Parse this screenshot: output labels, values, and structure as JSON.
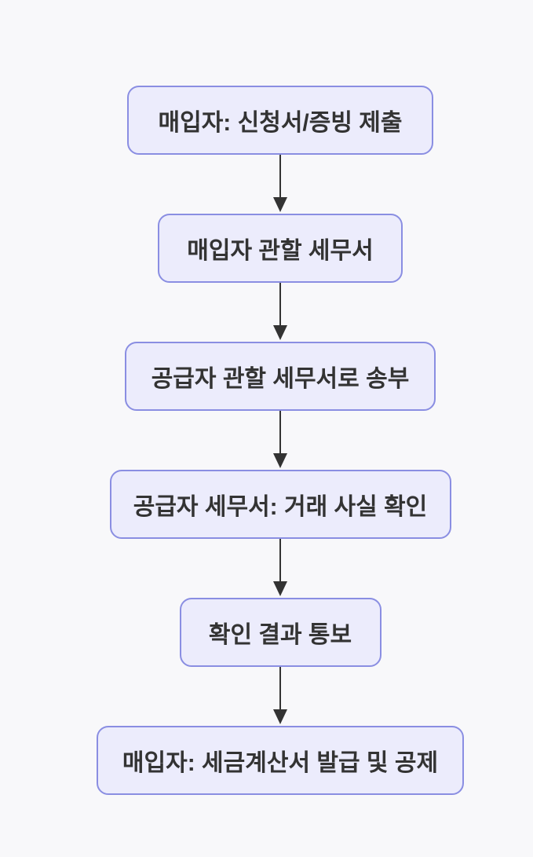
{
  "flowchart": {
    "title": "",
    "type": "vertical-flowchart",
    "nodes": [
      {
        "id": "buyer-submission",
        "label": "매입자: 신청서/증빙 제출"
      },
      {
        "id": "buyer-tax-office",
        "label": "매입자 관할 세무서"
      },
      {
        "id": "forward-supplier-office",
        "label": "공급자 관할 세무서로 송부"
      },
      {
        "id": "supplier-verification",
        "label": "공급자 세무서: 거래 사실 확인"
      },
      {
        "id": "result-notification",
        "label": "확인 결과 통보"
      },
      {
        "id": "invoice-issuance",
        "label": "매입자: 세금계산서 발급 및 공제"
      }
    ],
    "edges": [
      {
        "from": 0,
        "to": 1,
        "style": "arrow-down"
      },
      {
        "from": 1,
        "to": 2,
        "style": "arrow-down"
      },
      {
        "from": 2,
        "to": 3,
        "style": "arrow-down"
      },
      {
        "from": 3,
        "to": 4,
        "style": "arrow-down"
      },
      {
        "from": 4,
        "to": 5,
        "style": "arrow-down"
      }
    ],
    "colors": {
      "background": "#f8f8fa",
      "node_fill": "#ececfc",
      "node_border": "#8a8ee2",
      "node_text": "#333333",
      "arrow": "#333333"
    }
  }
}
